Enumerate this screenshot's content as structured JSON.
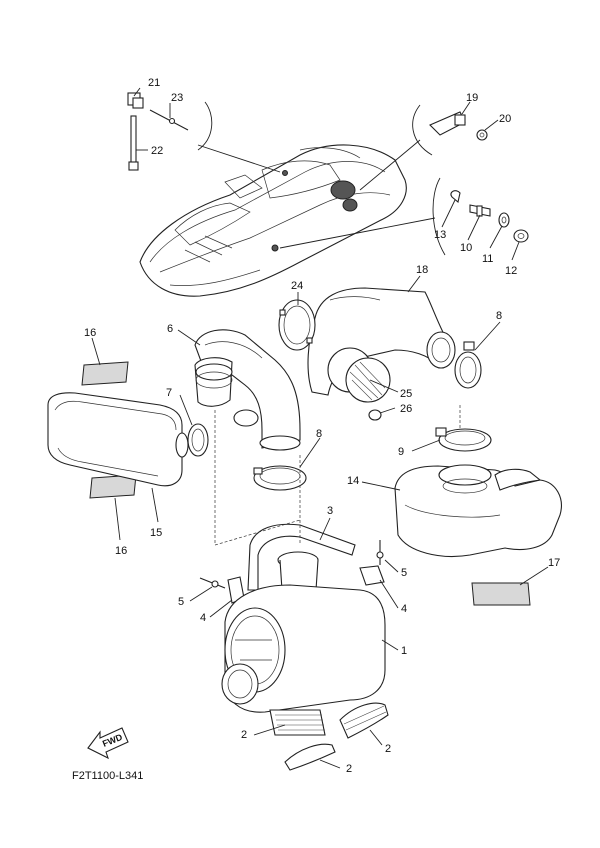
{
  "diagram": {
    "code": "F2T1100-L341",
    "fwd_label": "FWD",
    "parts": {
      "p1": "1",
      "p2a": "2",
      "p2b": "2",
      "p2c": "2",
      "p3": "3",
      "p4a": "4",
      "p4b": "4",
      "p5a": "5",
      "p5b": "5",
      "p6": "6",
      "p7": "7",
      "p8a": "8",
      "p8b": "8",
      "p9": "9",
      "p10": "10",
      "p11": "11",
      "p12": "12",
      "p13": "13",
      "p14": "14",
      "p15": "15",
      "p16a": "16",
      "p16b": "16",
      "p17": "17",
      "p18": "18",
      "p19": "19",
      "p20": "20",
      "p21": "21",
      "p22": "22",
      "p23": "23",
      "p24": "24",
      "p25": "25",
      "p26": "26"
    }
  }
}
